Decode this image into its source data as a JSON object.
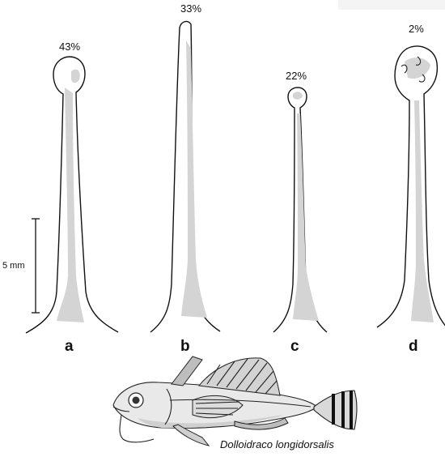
{
  "figure": {
    "panels": [
      {
        "letter": "a",
        "percent": "43%"
      },
      {
        "letter": "b",
        "percent": "33%"
      },
      {
        "letter": "c",
        "percent": "22%"
      },
      {
        "letter": "d",
        "percent": "2%"
      }
    ],
    "scale_bar": {
      "label": "5 mm"
    },
    "species": "Dolloidraco longidorsalis"
  }
}
